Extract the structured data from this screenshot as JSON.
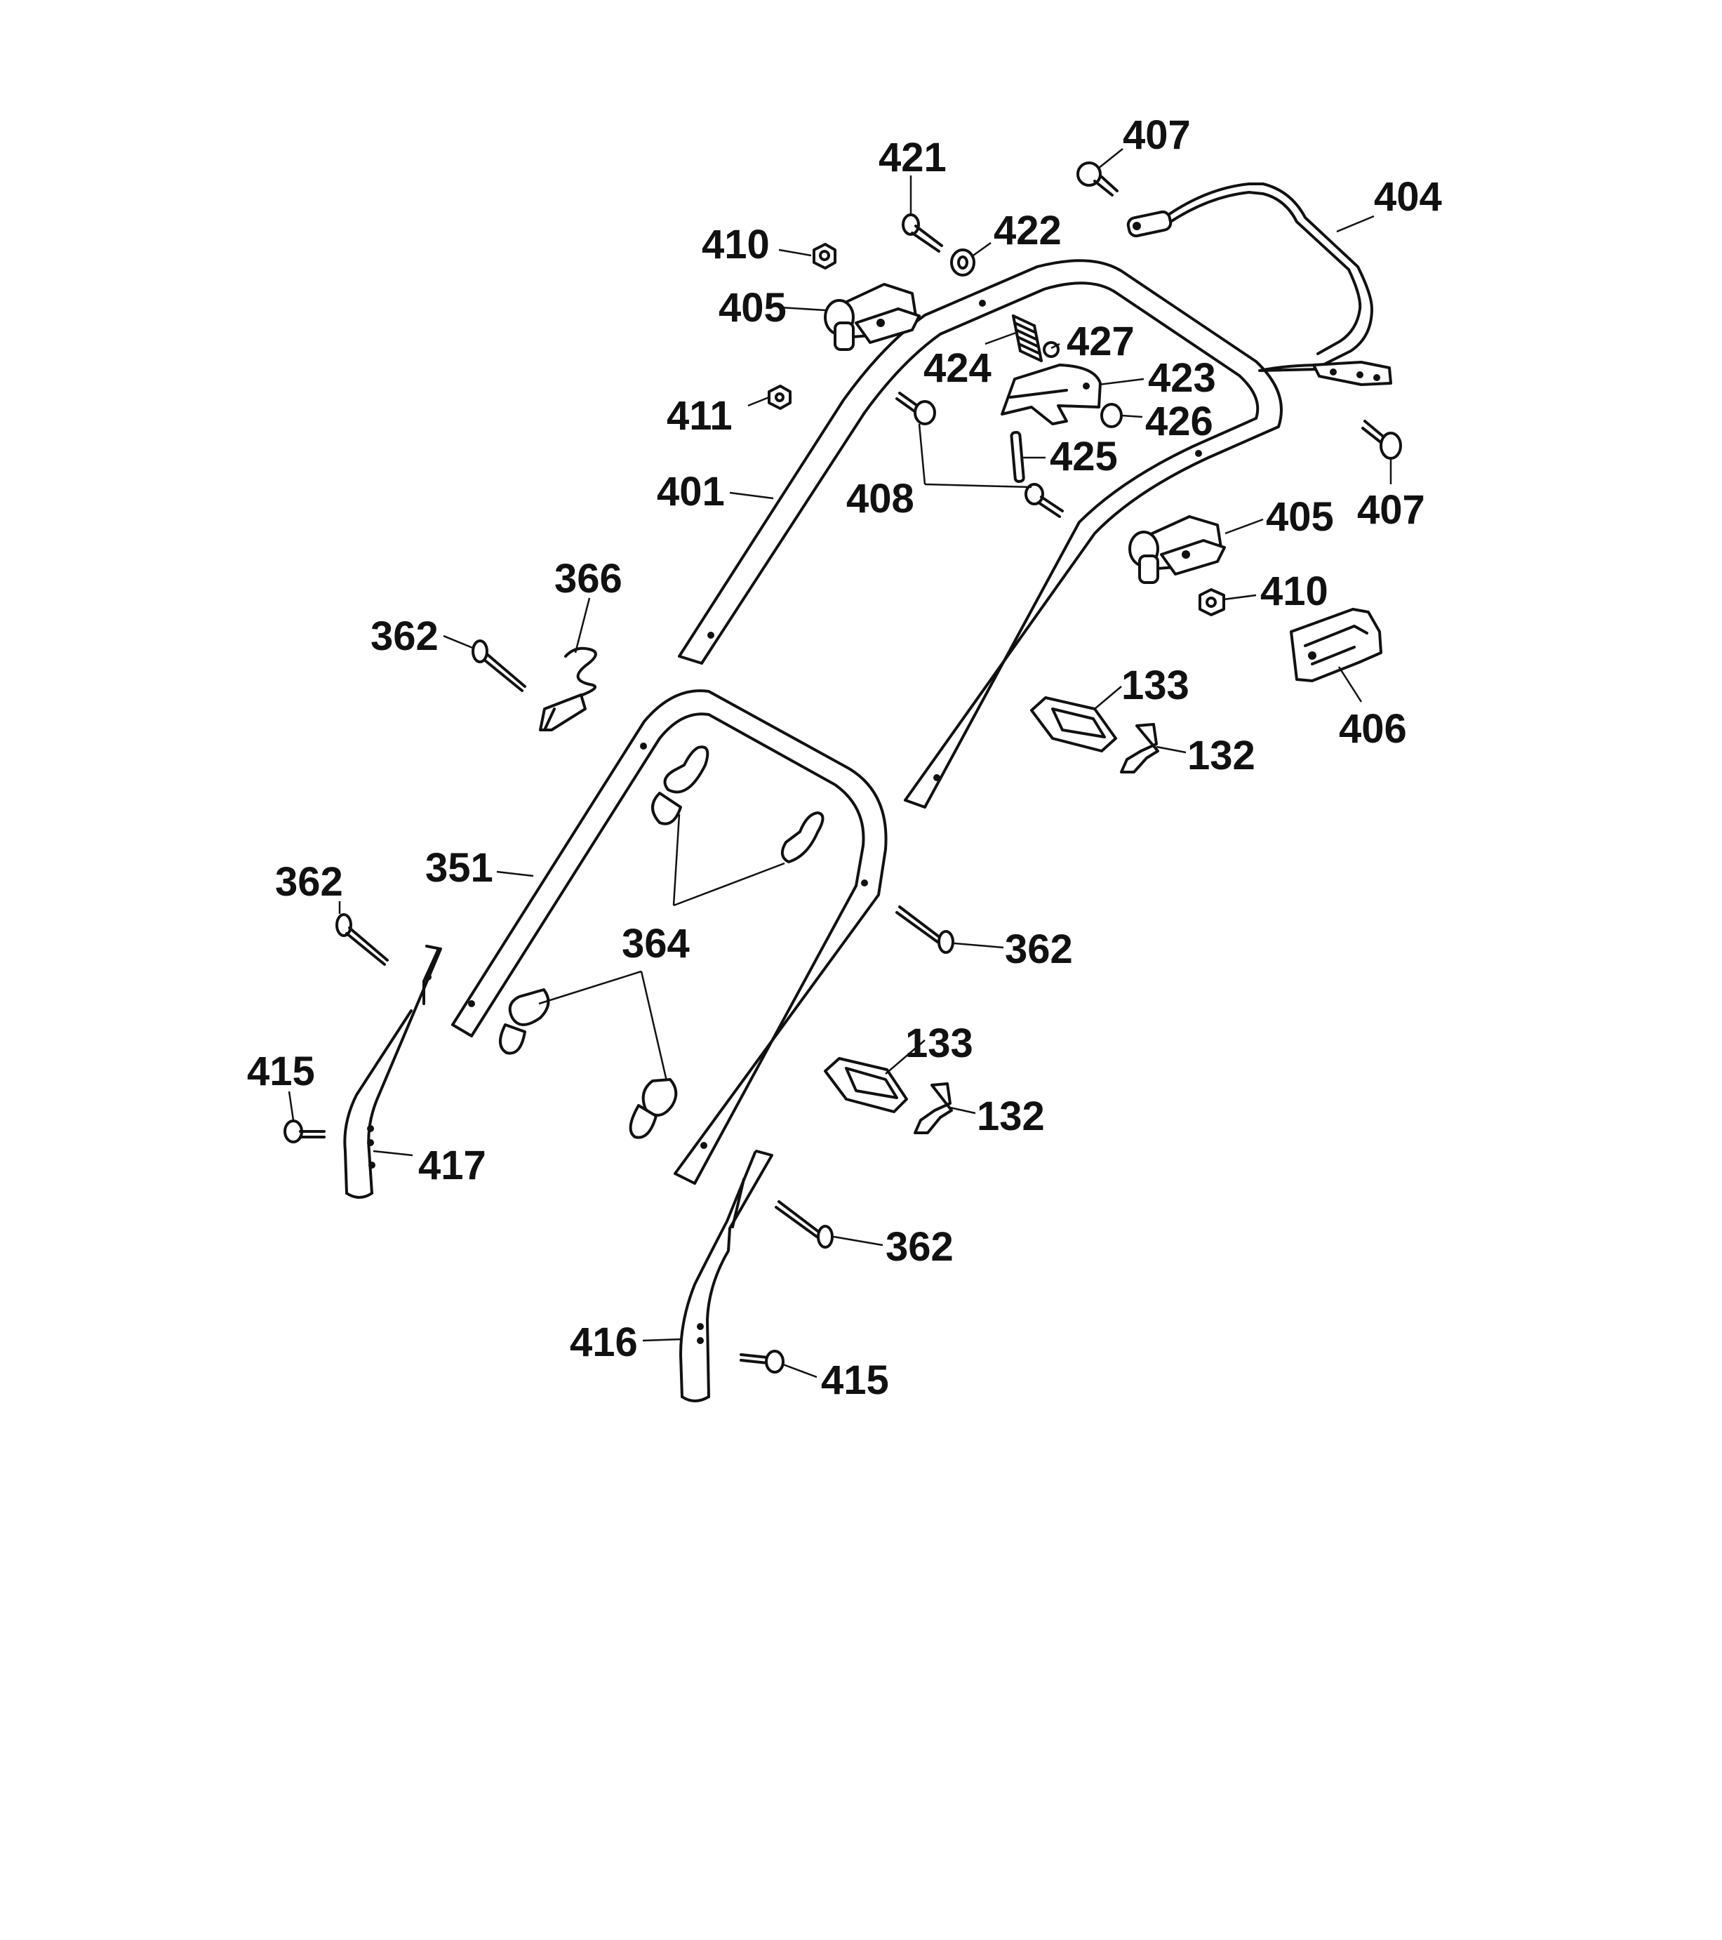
{
  "labels": {
    "p407a": "407",
    "p421": "421",
    "p404": "404",
    "p410a": "410",
    "p422": "422",
    "p405a": "405",
    "p427": "427",
    "p424": "424",
    "p423": "423",
    "p411": "411",
    "p426": "426",
    "p425": "425",
    "p401": "401",
    "p408": "408",
    "p407b": "407",
    "p405b": "405",
    "p410b": "410",
    "p366": "366",
    "p362a": "362",
    "p133a": "133",
    "p406": "406",
    "p132a": "132",
    "p351": "351",
    "p362b": "362",
    "p364": "364",
    "p362c": "362",
    "p133b": "133",
    "p415a": "415",
    "p132b": "132",
    "p417": "417",
    "p362d": "362",
    "p416": "416",
    "p415b": "415"
  }
}
